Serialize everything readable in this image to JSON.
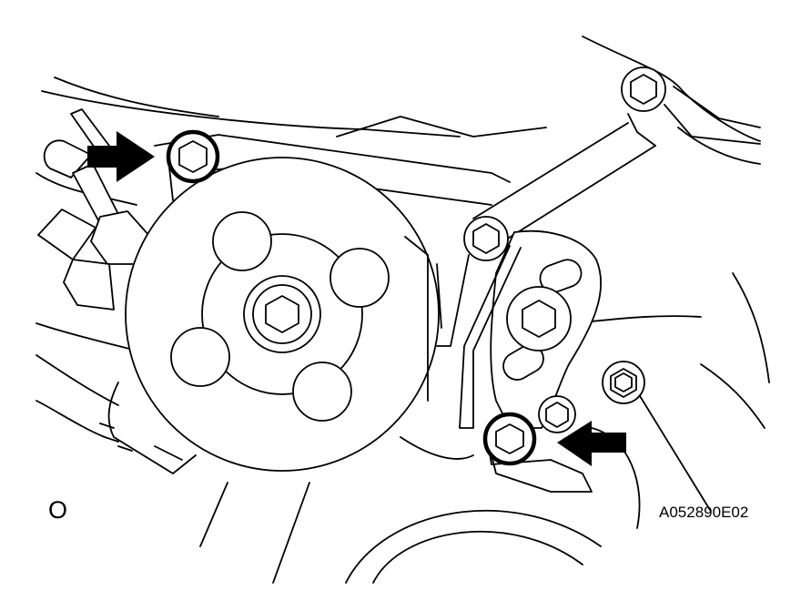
{
  "figure": {
    "view_label": "O",
    "code": "A052890E02"
  },
  "colors": {
    "line": "#000000",
    "background": "#ffffff"
  },
  "icons": {
    "pointer_arrow": "solid-block-arrow",
    "bolt_head": "hexagon"
  }
}
